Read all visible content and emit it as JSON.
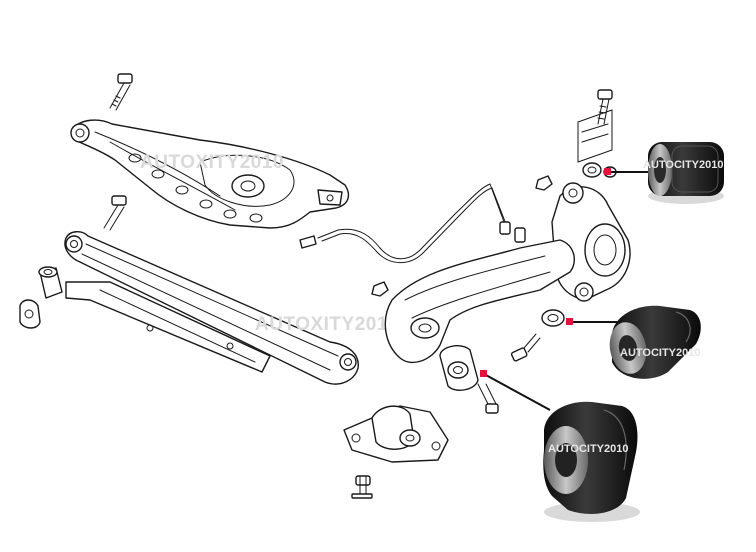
{
  "watermarks": {
    "upper_arm": "AUTOXITY2010",
    "trailing_arm": "AUTOXITY2010",
    "bushing_top": "AUTOCITY2010",
    "bushing_mid": "AUTOCITY2010",
    "bushing_bottom": "AUTOCITY2010"
  },
  "colors": {
    "line": "#1a1a1a",
    "marker": "#e0143c",
    "bushing_rubber": "#1b1b1b",
    "bushing_sleeve": "#8a8a8a"
  },
  "icons": {
    "callout_marker": "red-square-marker",
    "bushing": "rubber-bushing-photo"
  }
}
